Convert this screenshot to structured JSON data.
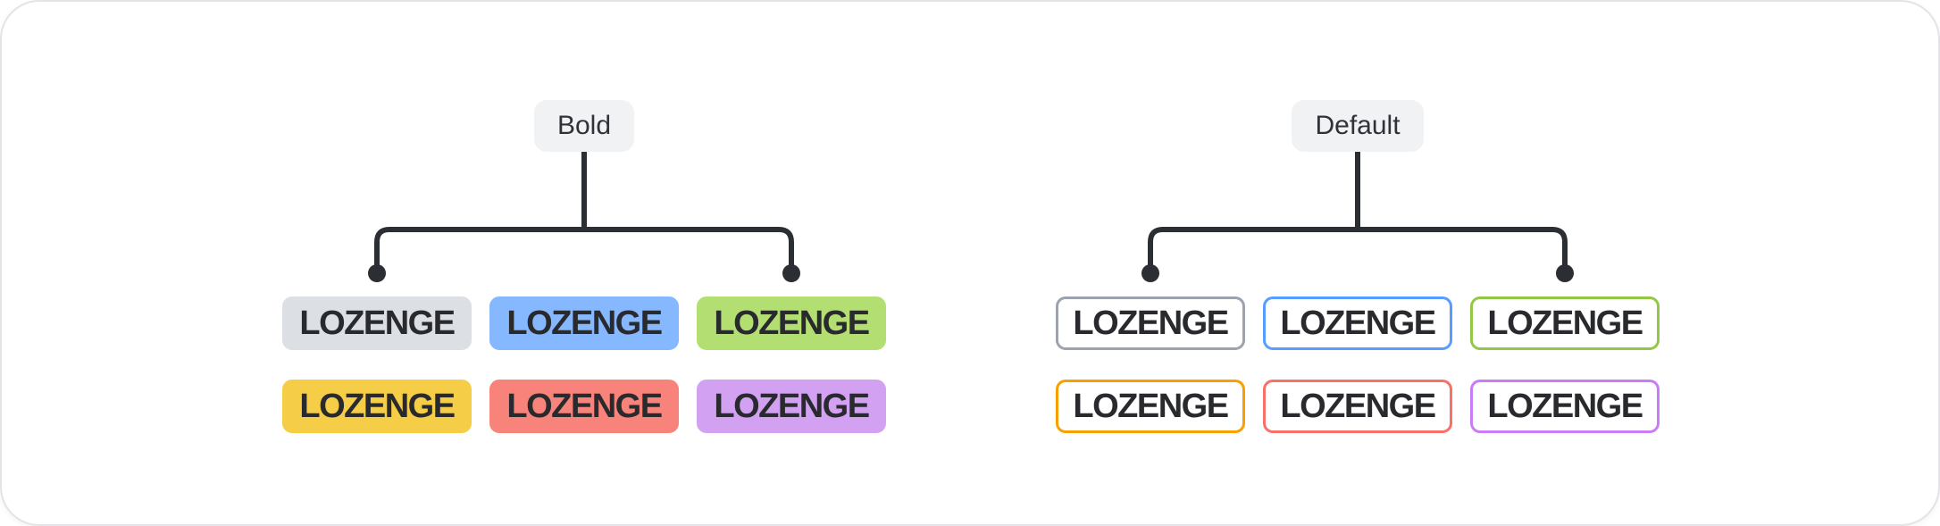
{
  "diagram": {
    "connector_color": "#2B2E33",
    "card_background": "#FFFFFF",
    "card_border_color": "#E3E4E8"
  },
  "trees": [
    {
      "label": "Bold",
      "variant": "bold",
      "label_background": "#F1F2F4",
      "label_text_color": "#2F3238",
      "lozenges": [
        {
          "name": "gray",
          "text": "LOZENGE",
          "background": "#DCDFE4",
          "border": "#DCDFE4",
          "text_color": "#292A2E"
        },
        {
          "name": "blue",
          "text": "LOZENGE",
          "background": "#85B8FF",
          "border": "#85B8FF",
          "text_color": "#292A2E"
        },
        {
          "name": "green",
          "text": "LOZENGE",
          "background": "#B3DF72",
          "border": "#B3DF72",
          "text_color": "#292A2E"
        },
        {
          "name": "yellow",
          "text": "LOZENGE",
          "background": "#F5CD47",
          "border": "#F5CD47",
          "text_color": "#292A2E"
        },
        {
          "name": "red",
          "text": "LOZENGE",
          "background": "#F8837A",
          "border": "#F8837A",
          "text_color": "#292A2E"
        },
        {
          "name": "purple",
          "text": "LOZENGE",
          "background": "#D3A1F2",
          "border": "#D3A1F2",
          "text_color": "#292A2E"
        }
      ]
    },
    {
      "label": "Default",
      "variant": "default",
      "label_background": "#F1F2F4",
      "label_text_color": "#2F3238",
      "lozenges": [
        {
          "name": "gray",
          "text": "LOZENGE",
          "background": "#FFFFFF",
          "border": "#9DA3AE",
          "text_color": "#292A2E"
        },
        {
          "name": "blue",
          "text": "LOZENGE",
          "background": "#FFFFFF",
          "border": "#579DFF",
          "text_color": "#292A2E"
        },
        {
          "name": "green",
          "text": "LOZENGE",
          "background": "#FFFFFF",
          "border": "#94C748",
          "text_color": "#292A2E"
        },
        {
          "name": "orange",
          "text": "LOZENGE",
          "background": "#FFFFFF",
          "border": "#F8A000",
          "text_color": "#292A2E"
        },
        {
          "name": "red",
          "text": "LOZENGE",
          "background": "#FFFFFF",
          "border": "#F87168",
          "text_color": "#292A2E"
        },
        {
          "name": "purple",
          "text": "LOZENGE",
          "background": "#FFFFFF",
          "border": "#C97CF4",
          "text_color": "#292A2E"
        }
      ]
    }
  ]
}
